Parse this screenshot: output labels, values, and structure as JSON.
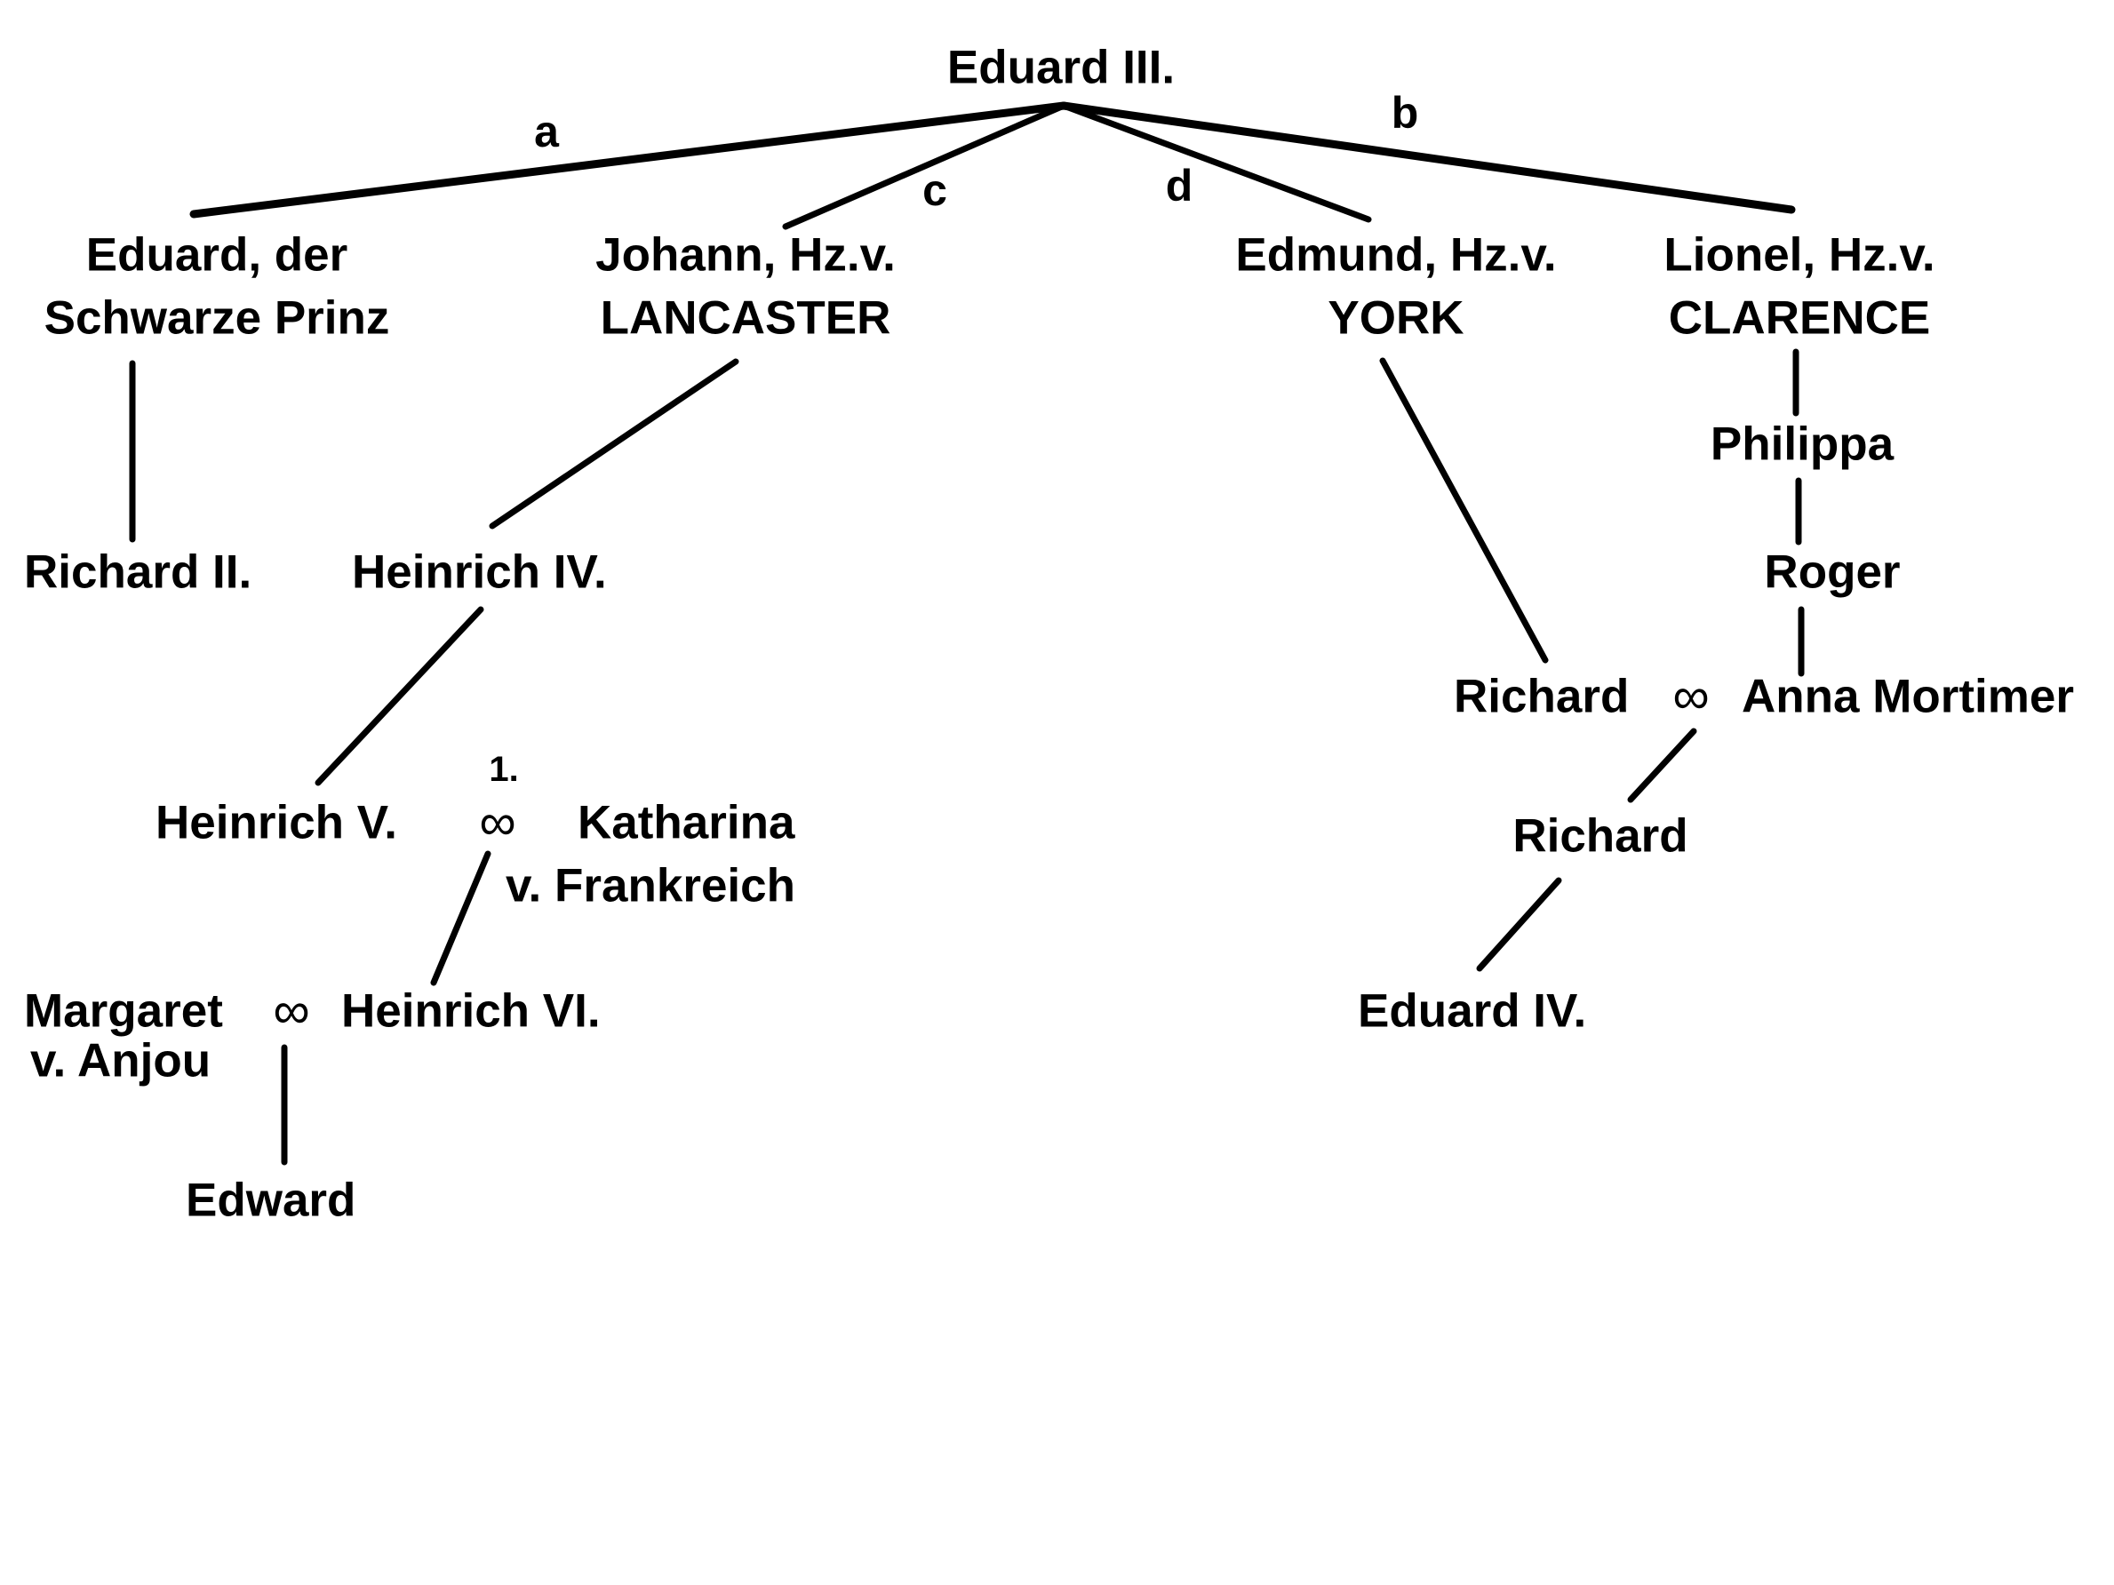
{
  "root": "Eduard III.",
  "branch_labels": {
    "a": "a",
    "b": "b",
    "c": "c",
    "d": "d"
  },
  "children": {
    "a": [
      "Eduard, der",
      "Schwarze Prinz"
    ],
    "c": [
      "Johann, Hz.v.",
      "LANCASTER"
    ],
    "d": [
      "Edmund, Hz.v.",
      "YORK"
    ],
    "b": [
      "Lionel, Hz.v.",
      "CLARENCE"
    ]
  },
  "lancaster_line": {
    "richard_ii": "Richard II.",
    "heinrich_iv": "Heinrich IV.",
    "heinrich_v": "Heinrich V.",
    "marriage_number": "1.",
    "marriage_symbol": "∞",
    "katharina": [
      "Katharina",
      "v. Frankreich"
    ],
    "margaret": [
      "Margaret",
      "v. Anjou"
    ],
    "heinrich_vi": "Heinrich VI.",
    "edward": "Edward"
  },
  "york_clarence_line": {
    "philippa": "Philippa",
    "roger": "Roger",
    "richard_york": "Richard",
    "marriage_symbol": "∞",
    "anna": "Anna Mortimer",
    "richard_son": "Richard",
    "eduard_iv": "Eduard IV."
  }
}
